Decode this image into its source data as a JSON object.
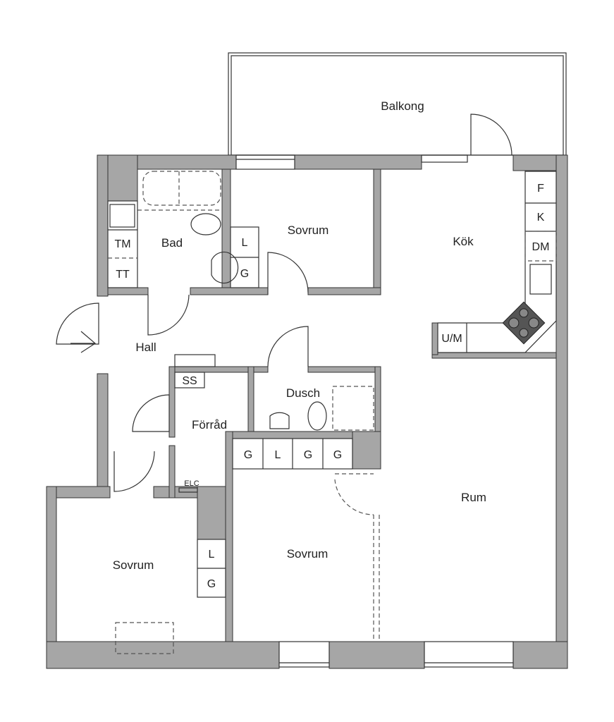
{
  "rooms": {
    "balcony": "Balkong",
    "bath": "Bad",
    "bedroom_top": "Sovrum",
    "kitchen": "Kök",
    "hall": "Hall",
    "shower": "Dusch",
    "storage": "Förråd",
    "living": "Rum",
    "bedroom_middle": "Sovrum",
    "bedroom_left": "Sovrum"
  },
  "fixtures": {
    "washer": "TM",
    "dryer": "TT",
    "wardrobe_top_l": "L",
    "wardrobe_top_g": "G",
    "fridge": "F",
    "freezer": "K",
    "dishwasher": "DM",
    "oven_micro": "U/M",
    "ss": "SS",
    "elc": "ELC",
    "closets_row": [
      "G",
      "L",
      "G",
      "G"
    ],
    "wardrobe_left_l": "L",
    "wardrobe_left_g": "G"
  },
  "colors": {
    "wall": "#a6a6a6",
    "line": "#333333"
  }
}
